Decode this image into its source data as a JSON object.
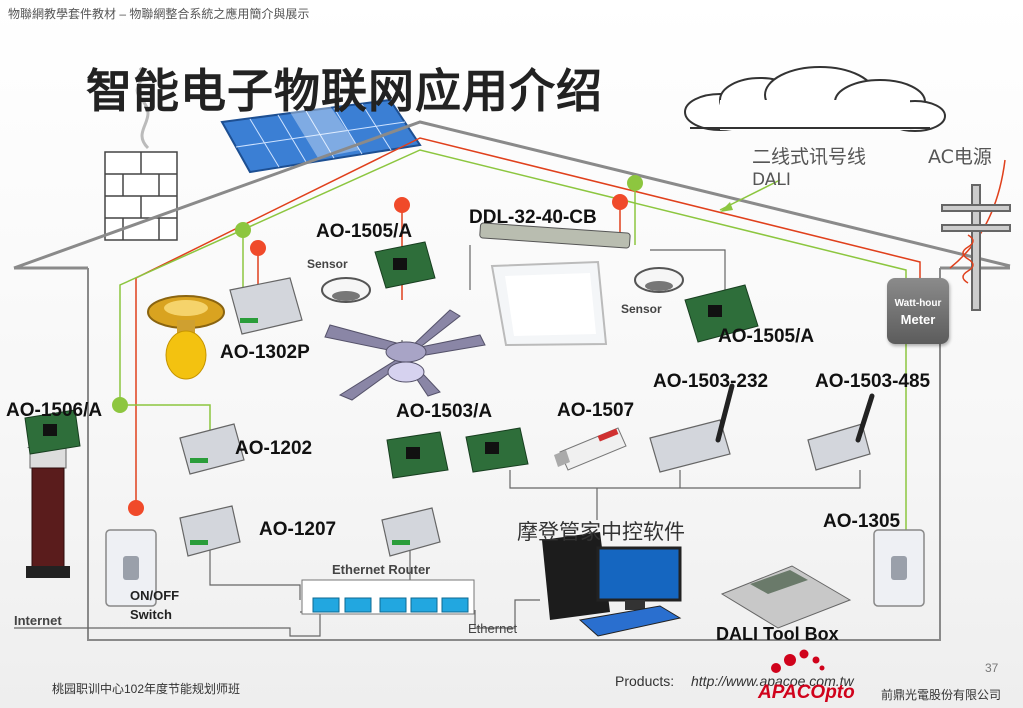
{
  "header": "物聯網教學套件教材 – 物聯網整合系統之應用簡介與展示",
  "title": "智能电子物联网应用介绍",
  "annotations": {
    "two_wire": "二线式讯号线",
    "dali": "DALI",
    "ac_power": "AC电源"
  },
  "devices": {
    "ao_1505a_top": "AO-1505/A",
    "ddl": "DDL-32-40-CB",
    "sensor_left": "Sensor",
    "sensor_right": "Sensor",
    "ao_1505a_right": "AO-1505/A",
    "ao_1302p": "AO-1302P",
    "ao_1503_232": "AO-1503-232",
    "ao_1503_485": "AO-1503-485",
    "ao_1506a": "AO-1506/A",
    "ao_1503a": "AO-1503/A",
    "ao_1507": "AO-1507",
    "ao_1202": "AO-1202",
    "ao_1207": "AO-1207",
    "software": "摩登管家中控软件",
    "ao_1305": "AO-1305",
    "ethernet_router": "Ethernet Router",
    "switch_line1": "ON/OFF",
    "switch_line2": "Switch",
    "internet": "Internet",
    "ethernet": "Ethernet",
    "dali_toolbox": "DALI Tool Box"
  },
  "meter": {
    "line1": "Watt-hour",
    "line2": "Meter"
  },
  "footer": {
    "left": "桃园职训中心102年度节能规划师班",
    "products_label": "Products:",
    "products_url": "http://www.apacoe.com.tw",
    "page_number": "37",
    "brand": "APACOpto",
    "company": "前鼎光電股份有限公司"
  },
  "colors": {
    "ac_line": "#e0401c",
    "dali_line": "#8cc63f",
    "house_line": "#888888",
    "node_red": "#f04a2a",
    "node_green": "#8dc63f",
    "brand_red": "#d0021b"
  }
}
